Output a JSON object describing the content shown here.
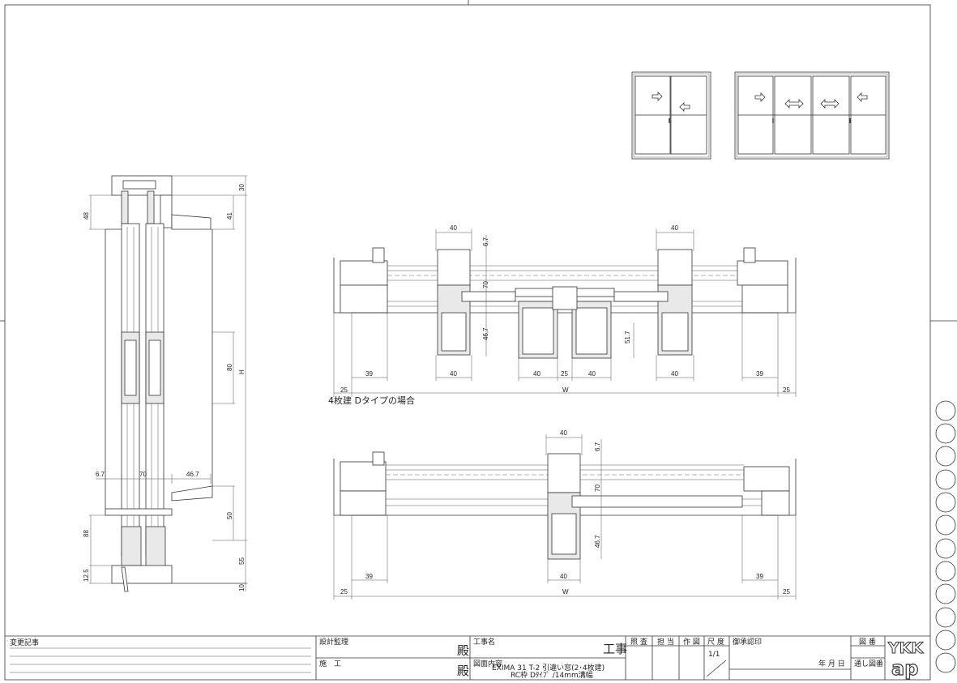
{
  "drawing": {
    "caption_4panel": "4枚建 Dタイプの場合",
    "vertical_section_dims": [
      "30",
      "48",
      "41",
      "80",
      "H",
      "6.7",
      "70",
      "46.7",
      "50",
      "88",
      "55",
      "12.5",
      "10"
    ],
    "plan_top_dims": {
      "top": [
        "40",
        "40",
        "6.7",
        "70",
        "46.7",
        "51.7"
      ],
      "bottom": [
        "25",
        "39",
        "40",
        "40",
        "25",
        "40",
        "40",
        "39",
        "25"
      ],
      "width": "W"
    },
    "plan_bottom_dims": {
      "top": [
        "40",
        "6.7",
        "70",
        "46.7"
      ],
      "bottom": [
        "25",
        "39",
        "40",
        "39",
        "25"
      ],
      "width": "W"
    }
  },
  "title_block": {
    "change_record_label": "変更記事",
    "design_supervision_label": "設計監理",
    "construction_label": "施　工",
    "honorific_1": "殿",
    "honorific_2": "殿",
    "project_name_label": "工事名",
    "project_suffix": "工事",
    "drawing_content_label": "図面内容",
    "drawing_content_line1": "EXIMA 31 T-2 引違い窓(2･4枚建)",
    "drawing_content_line2": "RC枠 Dﾀｲﾌﾟ /14mm溝幅",
    "check_label": "照 査",
    "charge_label": "担 当",
    "drawn_label": "作 図",
    "scale_label": "尺 度",
    "scale_value": "1/1",
    "approval_label": "御承認印",
    "date_label": "年 月 日",
    "drawing_number_label": "図 番",
    "serial_number_label": "通し図番",
    "logo_text": "YKK ap"
  }
}
